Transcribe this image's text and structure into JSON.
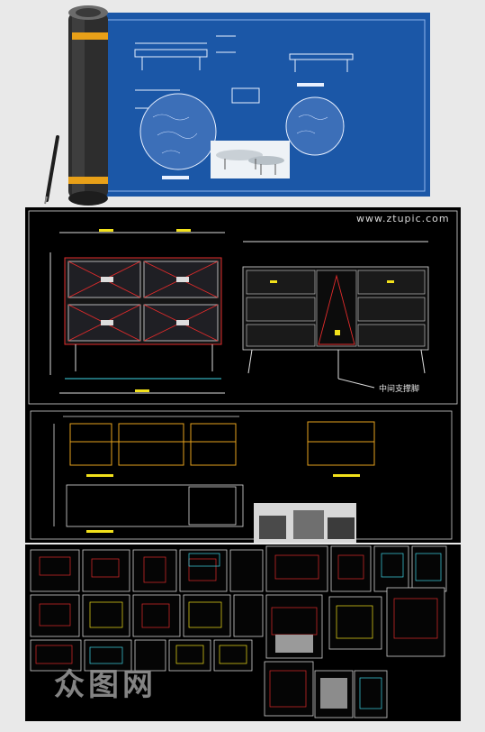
{
  "watermark": {
    "site": "www.ztupic.com",
    "brand": "众图网"
  },
  "drawings": {
    "front_elevation_callout": "中间支撑脚"
  },
  "colors": {
    "blueprint": "#1b57a7",
    "cad_background": "#000000",
    "page_background": "#e9e9e9",
    "cad_red": "#e22b2b",
    "cad_yellow": "#f2e11b",
    "cad_cyan": "#3fd7e8"
  }
}
